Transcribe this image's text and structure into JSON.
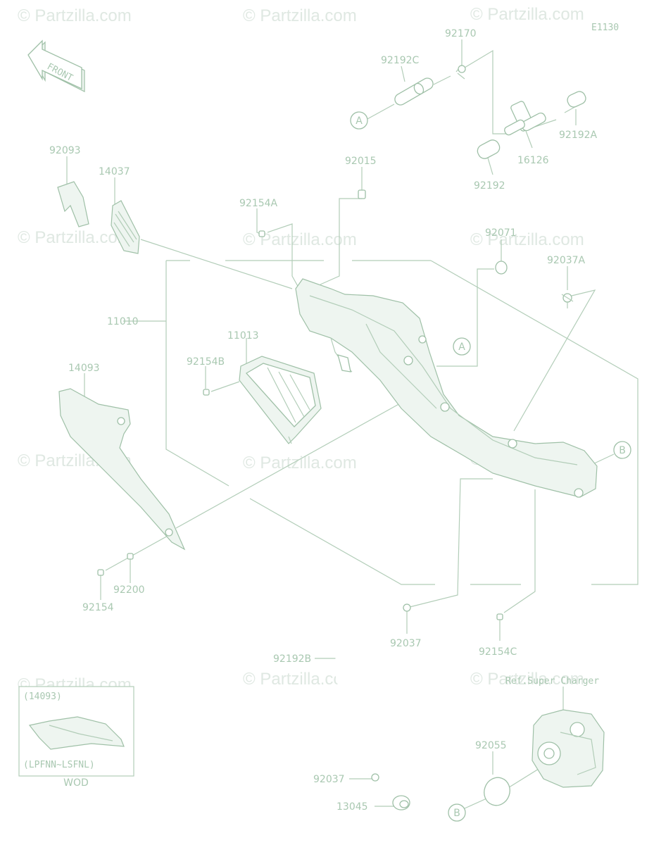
{
  "diagram_code": "E1130",
  "watermark": "© Partzilla.com",
  "front_label": "FRONT",
  "ref_note": "Ref.Super Charger",
  "callouts": {
    "a1": "A",
    "a2": "A",
    "b1": "B",
    "b2": "B"
  },
  "parts": {
    "p92170": "92170",
    "p92192C": "92192C",
    "p92192A": "92192A",
    "p16126": "16126",
    "p92192": "92192",
    "p92093": "92093",
    "p14037": "14037",
    "p92015": "92015",
    "p92154A": "92154A",
    "p92071": "92071",
    "p92037A": "92037A",
    "p11010": "11010",
    "p11013": "11013",
    "p92154B": "92154B",
    "p14093": "14093",
    "p92200": "92200",
    "p92154": "92154",
    "p92037": "92037",
    "p92154C": "92154C",
    "p92192B": "92192B",
    "p92055": "92055",
    "p92037b": "92037",
    "p13045": "13045"
  },
  "inset": {
    "part_ref": "(14093)",
    "model_codes": "(LPFNN~LSFNL)",
    "color_code": "WOD"
  }
}
